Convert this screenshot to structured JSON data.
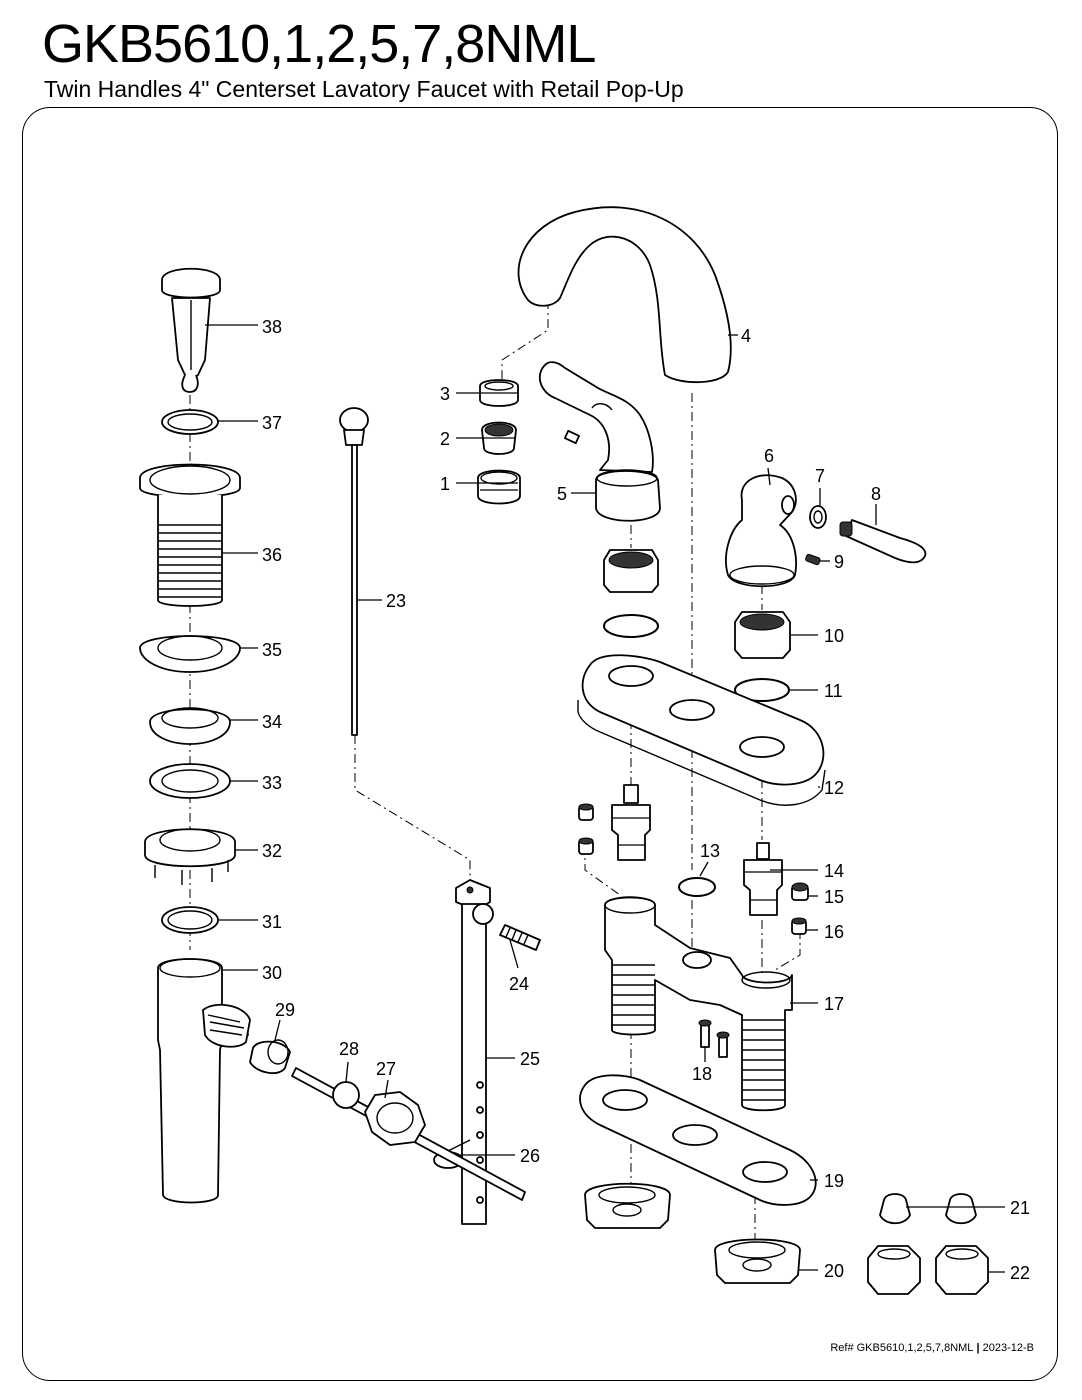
{
  "header": {
    "title": "GKB5610,1,2,5,7,8NML",
    "subtitle": "Twin Handles 4\" Centerset Lavatory Faucet with Retail Pop-Up"
  },
  "footer": {
    "ref": "Ref# GKB5610,1,2,5,7,8NML",
    "separator": " | ",
    "date_code": "2023-12-B"
  },
  "callouts": [
    "1",
    "2",
    "3",
    "4",
    "5",
    "6",
    "7",
    "8",
    "9",
    "10",
    "11",
    "12",
    "13",
    "14",
    "15",
    "16",
    "17",
    "18",
    "19",
    "20",
    "21",
    "22",
    "23",
    "24",
    "25",
    "26",
    "27",
    "28",
    "29",
    "30",
    "31",
    "32",
    "33",
    "34",
    "35",
    "36",
    "37",
    "38"
  ]
}
